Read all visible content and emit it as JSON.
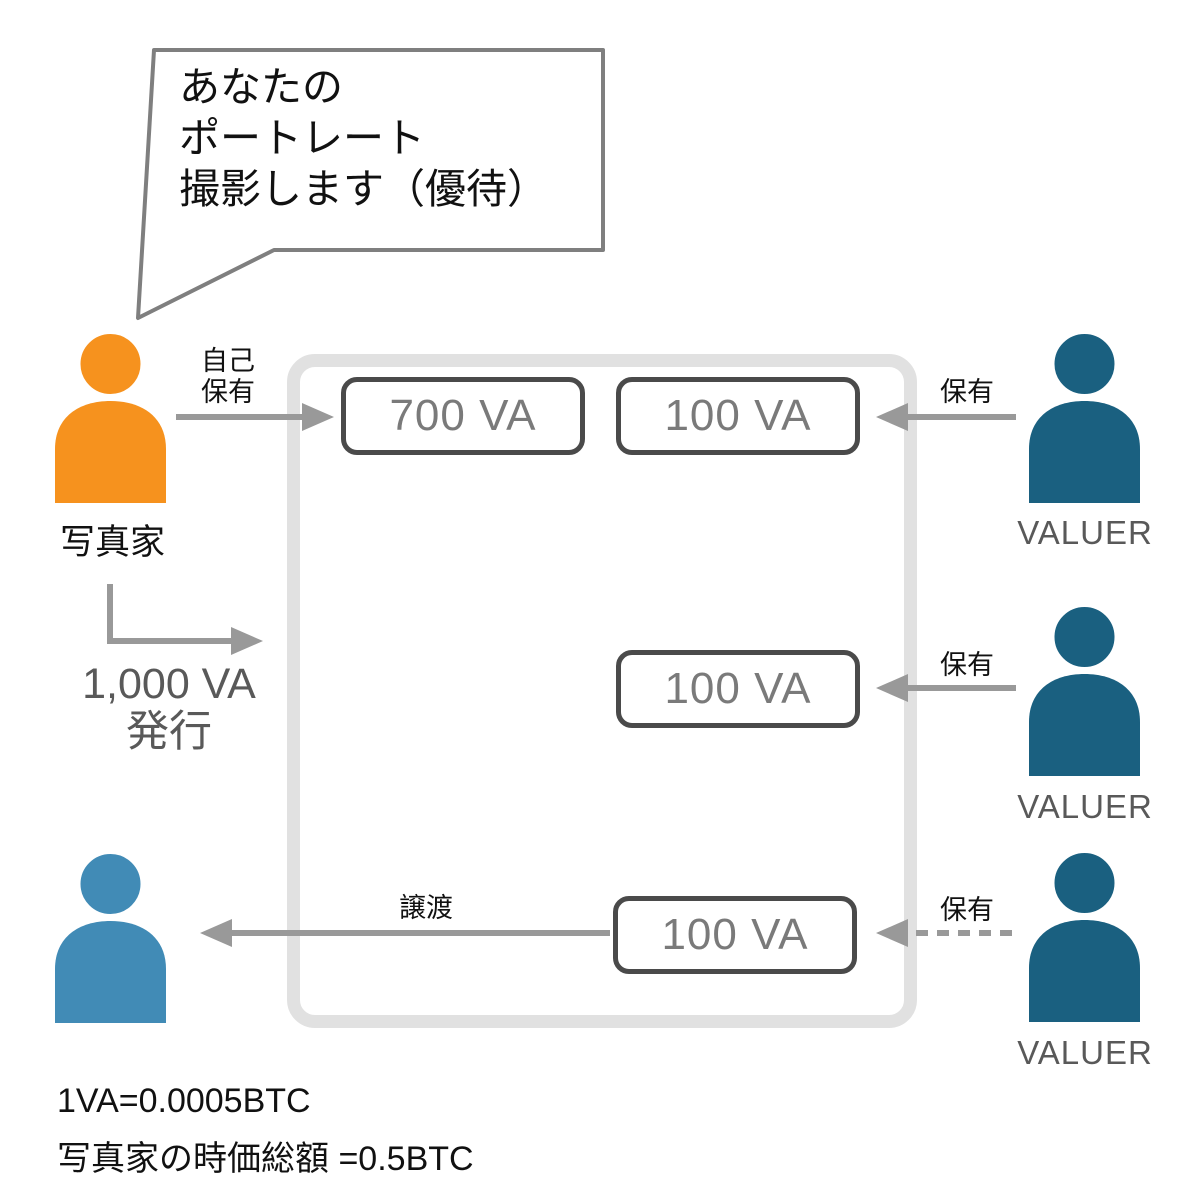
{
  "colors": {
    "photographer": "#F6921E",
    "valuer": "#1A6080",
    "receiver": "#418BB6",
    "arrow": "#999999",
    "container_border": "#E1E1E1",
    "box_border": "#4A4A4A",
    "box_text": "#7A7A7A"
  },
  "speech_bubble": {
    "line1": "あなたの",
    "line2": "ポートレート",
    "line3": "撮影します（優待）"
  },
  "photographer": {
    "label": "写真家"
  },
  "self_hold_label": {
    "line1": "自己",
    "line2": "保有"
  },
  "issue_label": {
    "line1": "1,000 VA",
    "line2": "発行"
  },
  "boxes": [
    {
      "label": "700 VA"
    },
    {
      "label": "100 VA"
    },
    {
      "label": "100 VA"
    },
    {
      "label": "100 VA"
    }
  ],
  "valuers": [
    {
      "label": "VALUER",
      "hold_label": "保有"
    },
    {
      "label": "VALUER",
      "hold_label": "保有"
    },
    {
      "label": "VALUER",
      "hold_label": "保有"
    }
  ],
  "transfer_label": "譲渡",
  "footer": {
    "line1": "1VA=0.0005BTC",
    "line2": "写真家の時価総額 =0.5BTC"
  }
}
